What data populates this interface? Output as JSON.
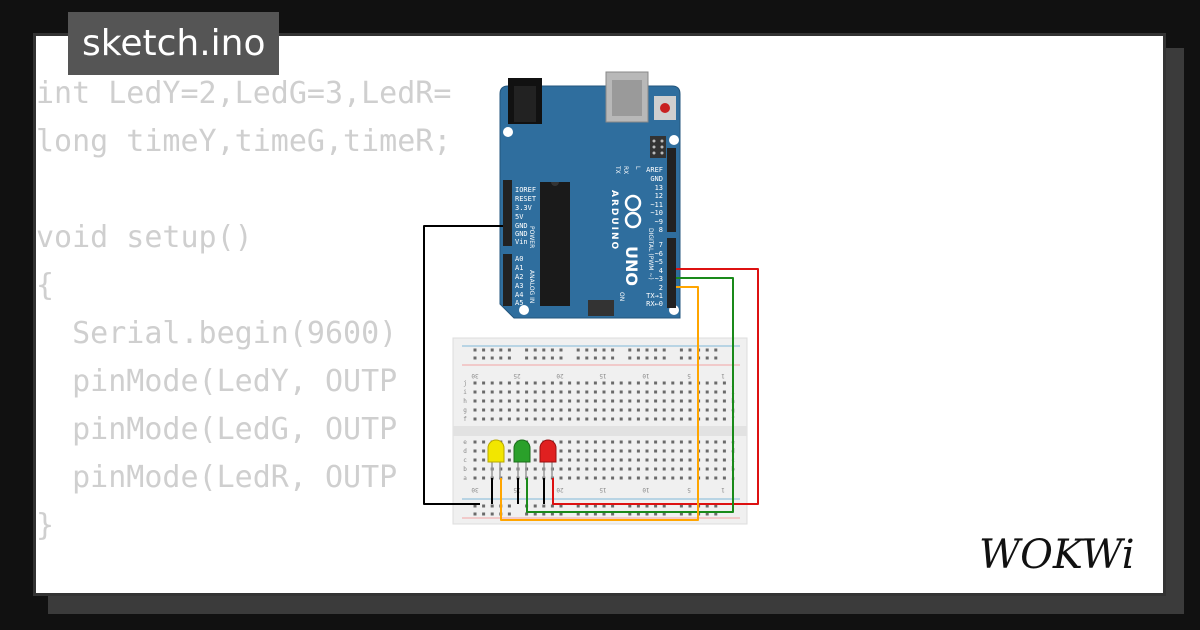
{
  "tab": {
    "filename": "sketch.ino"
  },
  "code": {
    "lines": [
      "int LedY=2,LedG=3,LedR=",
      "long timeY,timeG,timeR;",
      "",
      "void setup()",
      "{",
      "  Serial.begin(9600)",
      "  pinMode(LedY, OUTP",
      "  pinMode(LedG, OUTP",
      "  pinMode(LedR, OUTP",
      "}"
    ]
  },
  "board": {
    "brand": "ARDUINO",
    "model": "UNO",
    "power_label": "POWER",
    "analog_label": "ANALOG IN",
    "digital_label": "DIGITAL (PWM ~)",
    "on_label": "ON",
    "tx_label": "TX",
    "rx_label": "RX",
    "l_label": "L",
    "power_pins": [
      "IOREF",
      "RESET",
      "3.3V",
      "5V",
      "GND",
      "GND",
      "Vin"
    ],
    "analog_pins": [
      "A0",
      "A1",
      "A2",
      "A3",
      "A4",
      "A5"
    ],
    "digital_pins_top": [
      "AREF",
      "GND",
      "13",
      "12",
      "~11",
      "~10",
      "~9",
      "8"
    ],
    "digital_pins_bottom": [
      "7",
      "~6",
      "~5",
      "4",
      "~3",
      "2",
      "TX→1",
      "RX←0"
    ]
  },
  "breadboard": {
    "column_numbers": [
      "30",
      "25",
      "20",
      "15",
      "10",
      "5",
      "1"
    ],
    "row_letters_top": [
      "j",
      "i",
      "h",
      "g",
      "f"
    ],
    "row_letters_bottom": [
      "e",
      "d",
      "c",
      "b",
      "a"
    ]
  },
  "leds": [
    {
      "color_name": "yellow",
      "color": "#f2e600"
    },
    {
      "color_name": "green",
      "color": "#2aa02a"
    },
    {
      "color_name": "red",
      "color": "#e02020"
    }
  ],
  "wires": {
    "gnd_color": "#000000",
    "yellow_wire_color": "#ffa500",
    "green_wire_color": "#1a8a1a",
    "red_wire_color": "#dd1111"
  },
  "brand": {
    "logo_text": "WOKWi"
  },
  "colors": {
    "board_blue": "#2f6e9e",
    "background": "#111111",
    "tab": "#555555"
  }
}
